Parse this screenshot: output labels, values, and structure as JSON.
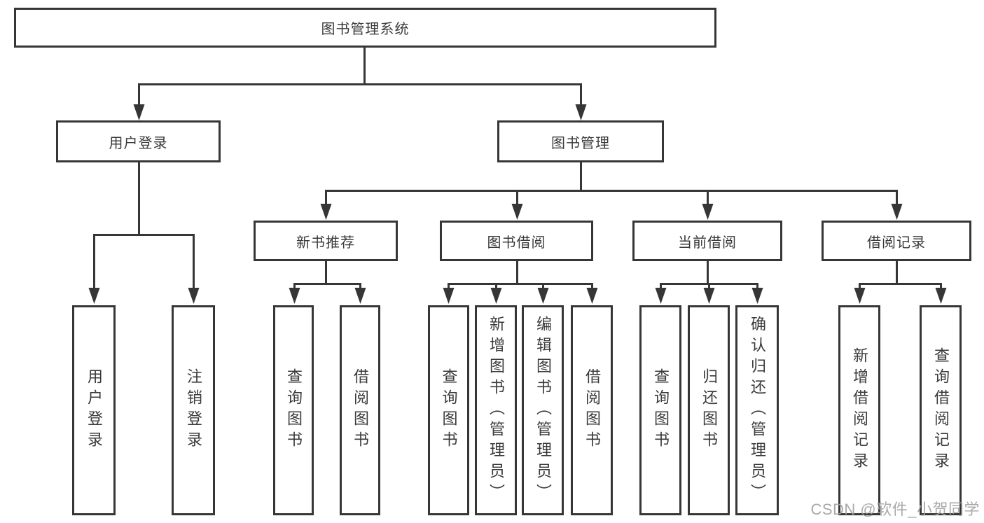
{
  "diagram": {
    "root": {
      "label": "图书管理系统"
    },
    "branches": [
      {
        "label": "用户登录",
        "children": [
          {
            "label": "用户登录"
          },
          {
            "label": "注销登录"
          }
        ]
      },
      {
        "label": "图书管理",
        "children": [
          {
            "label": "新书推荐",
            "children": [
              {
                "label": "查询图书"
              },
              {
                "label": "借阅图书"
              }
            ]
          },
          {
            "label": "图书借阅",
            "children": [
              {
                "label": "查询图书"
              },
              {
                "label": "新增图书（管理员）"
              },
              {
                "label": "编辑图书（管理员）"
              },
              {
                "label": "借阅图书"
              }
            ]
          },
          {
            "label": "当前借阅",
            "children": [
              {
                "label": "查询图书"
              },
              {
                "label": "归还图书"
              },
              {
                "label": "确认归还（管理员）"
              }
            ]
          },
          {
            "label": "借阅记录",
            "children": [
              {
                "label": "新增借阅记录"
              },
              {
                "label": "查询借阅记录"
              }
            ]
          }
        ]
      }
    ],
    "colors": {
      "line": "#363636",
      "box_border": "#363636",
      "text": "#3a3a3a",
      "watermark": "#a3a3a3",
      "background": "#ffffff"
    }
  },
  "watermark": {
    "text": "CSDN @软件_小贺同学"
  }
}
